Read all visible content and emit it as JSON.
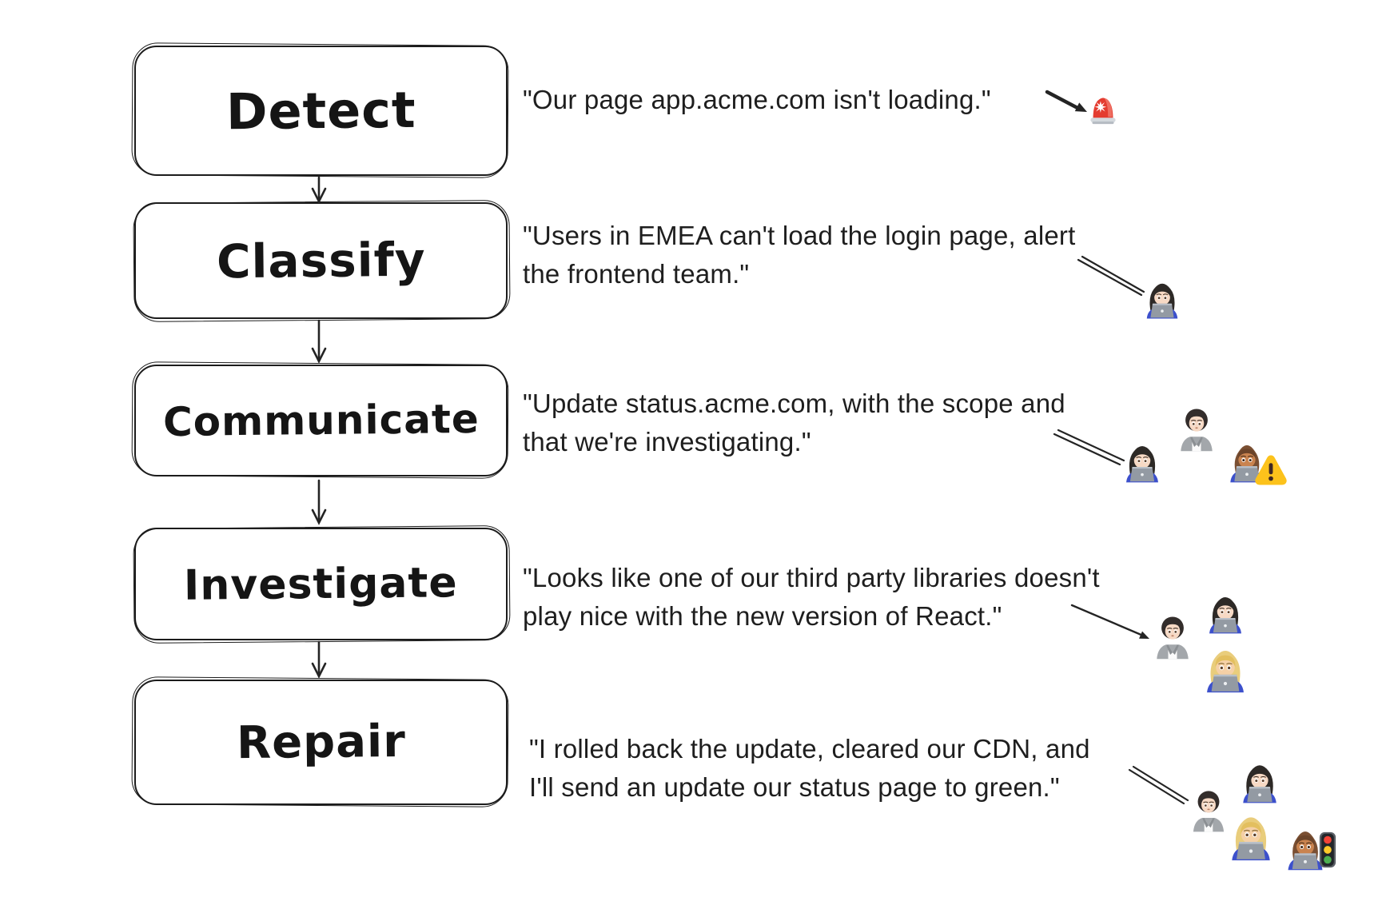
{
  "diagram": {
    "steps": [
      {
        "id": "detect",
        "label": "Detect"
      },
      {
        "id": "classify",
        "label": "Classify"
      },
      {
        "id": "communicate",
        "label": "Communicate"
      },
      {
        "id": "investigate",
        "label": "Investigate"
      },
      {
        "id": "repair",
        "label": "Repair"
      }
    ],
    "rows": [
      {
        "quote_lines": [
          "\"Our page app.acme.com isn't loading.\""
        ],
        "emojis": [
          "rotating-light"
        ]
      },
      {
        "quote_lines": [
          "\"Users in EMEA can't load the login page, alert",
          "the frontend team.\""
        ],
        "emojis": [
          "woman-technologist"
        ]
      },
      {
        "quote_lines": [
          "\"Update status.acme.com, with the scope and",
          "that we're investigating.\""
        ],
        "emojis": [
          "woman-technologist",
          "person",
          "person-technologist-medium",
          "warning"
        ]
      },
      {
        "quote_lines": [
          "\"Looks like one of our third party libraries doesn't",
          "play nice with the new version of React.\""
        ],
        "emojis": [
          "person",
          "woman-technologist",
          "woman-technologist-blonde"
        ]
      },
      {
        "quote_lines": [
          "\"I rolled back the update, cleared our CDN, and",
          "I'll send an update our status page to green.\""
        ],
        "emojis": [
          "person",
          "woman-technologist",
          "woman-technologist-blonde",
          "person-technologist-medium",
          "traffic-light"
        ]
      }
    ]
  },
  "colors": {
    "ink": "#1c1c1c",
    "background": "#ffffff",
    "alert_red": "#e43c30",
    "warning_yellow": "#fcc21b",
    "laptop_gray": "#939aa3",
    "shirt_blue": "#3c50cc",
    "traffic_red": "#f44336",
    "traffic_yellow": "#ffca28",
    "traffic_green": "#4caf50"
  }
}
